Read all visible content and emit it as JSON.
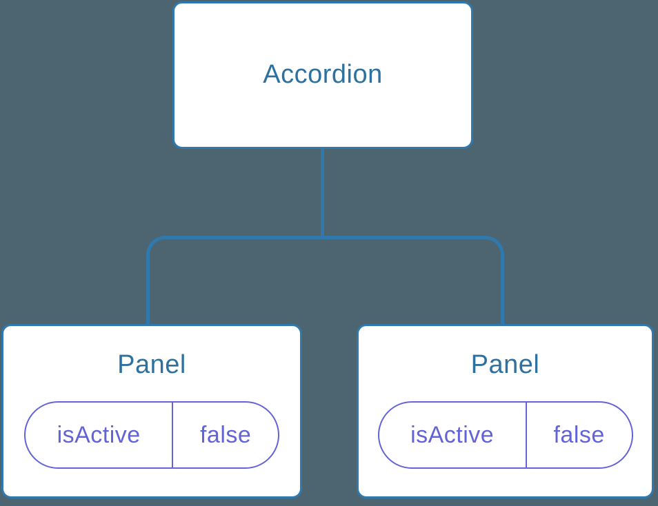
{
  "diagram": {
    "root": {
      "label": "Accordion"
    },
    "children": [
      {
        "label": "Panel",
        "state": {
          "name": "isActive",
          "value": "false"
        }
      },
      {
        "label": "Panel",
        "state": {
          "name": "isActive",
          "value": "false"
        }
      }
    ],
    "colors": {
      "background": "#4C6571",
      "node_fill": "#FFFFFF",
      "line": "#3179AD",
      "heading_text": "#2E719F",
      "state_accent": "#6363D8"
    }
  }
}
